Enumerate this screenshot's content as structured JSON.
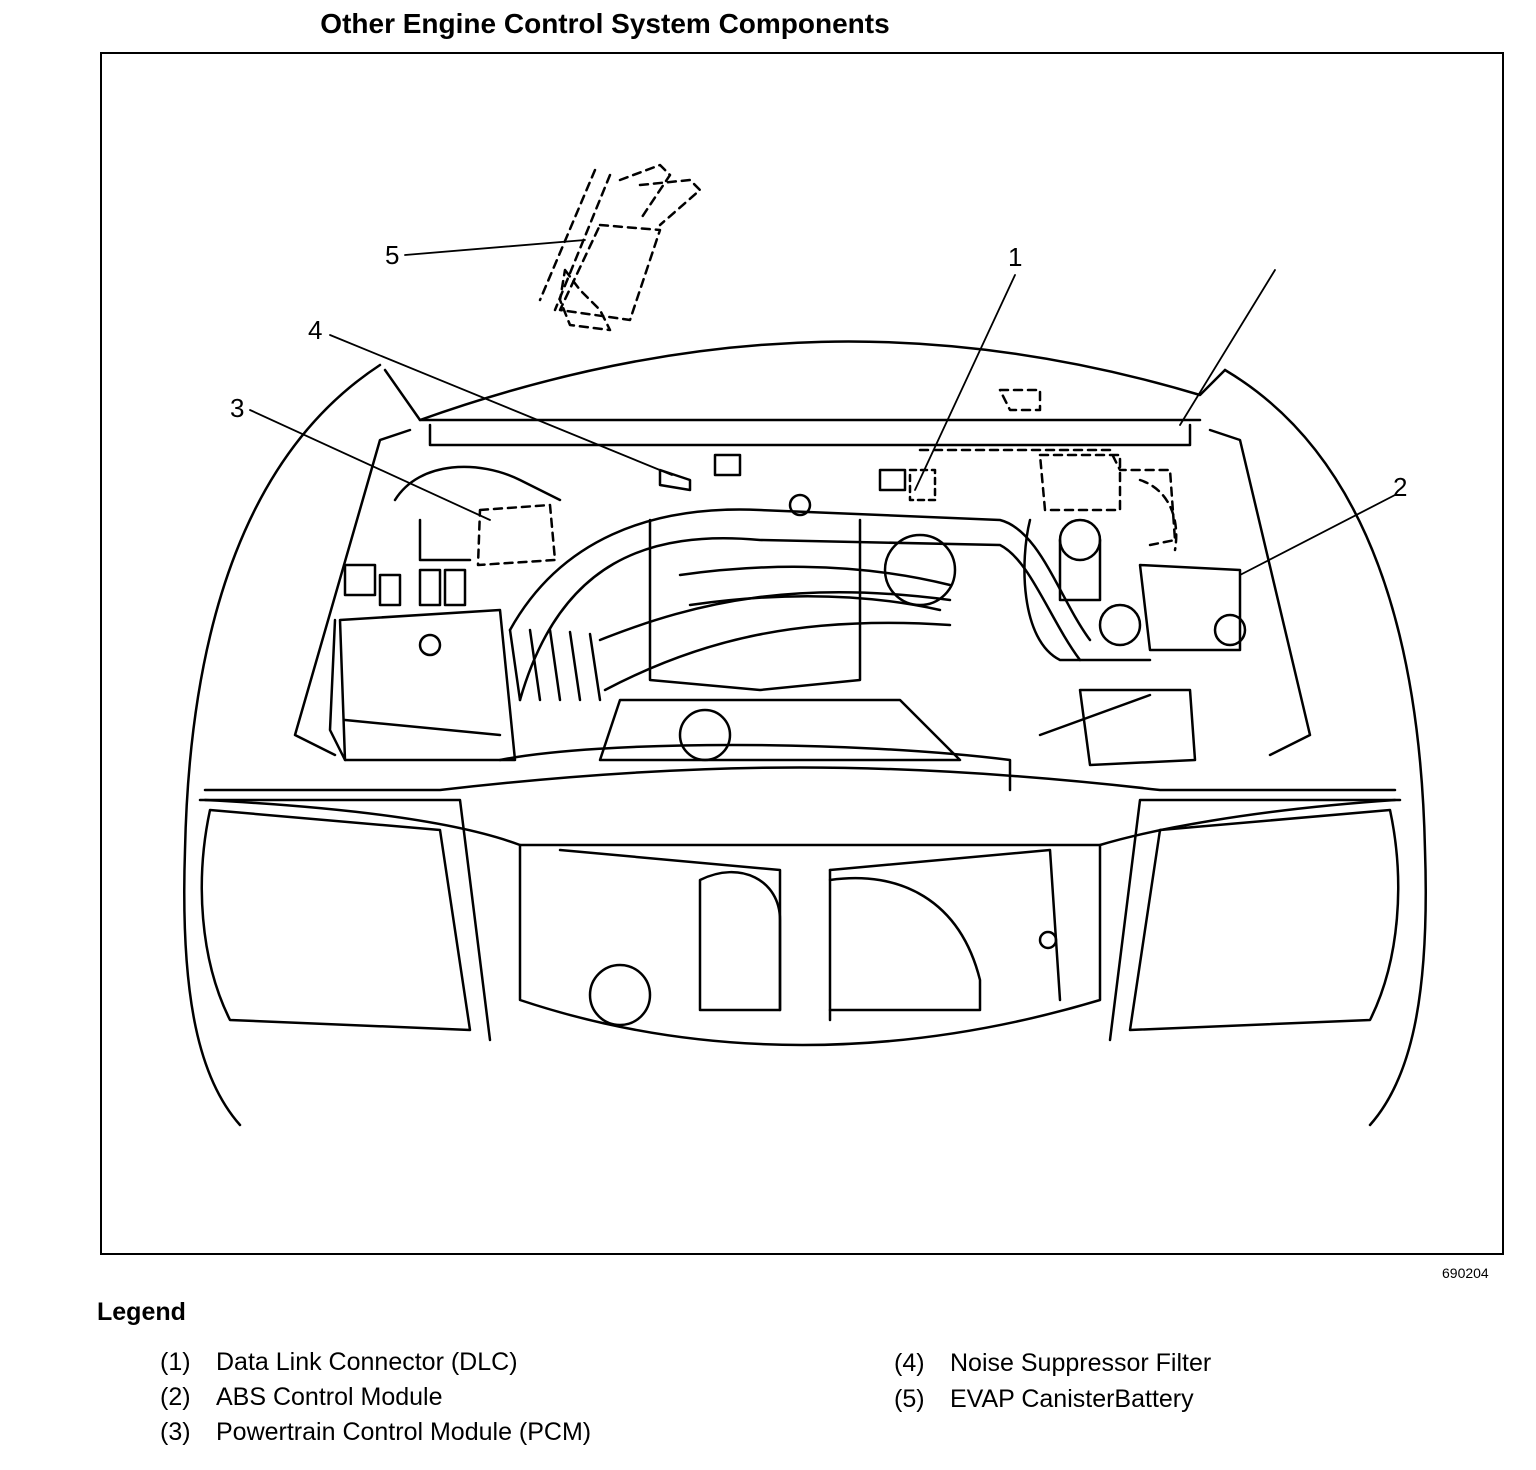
{
  "title": "Other Engine Control System Components",
  "figure_id": "690204",
  "callouts": [
    "1",
    "2",
    "3",
    "4",
    "5"
  ],
  "legend": {
    "heading": "Legend",
    "items": [
      {
        "num": "(1)",
        "label": "Data Link Connector (DLC)"
      },
      {
        "num": "(2)",
        "label": "ABS Control Module"
      },
      {
        "num": "(3)",
        "label": "Powertrain Control Module (PCM)"
      },
      {
        "num": "(4)",
        "label": "Noise Suppressor Filter"
      },
      {
        "num": "(5)",
        "label": "EVAP CanisterBattery"
      }
    ]
  }
}
